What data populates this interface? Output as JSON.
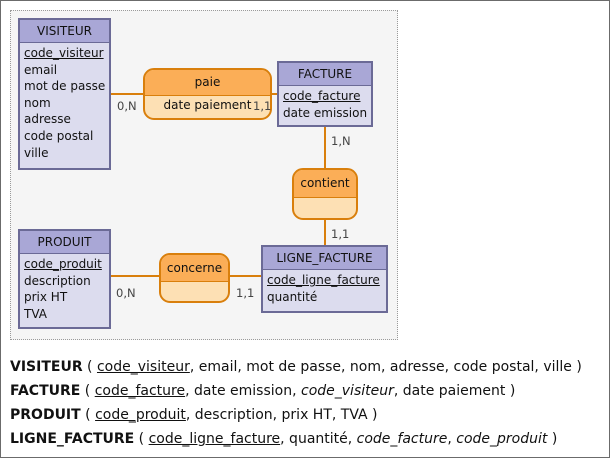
{
  "diagram": {
    "entities": {
      "visiteur": {
        "name": "VISITEUR",
        "attributes": [
          "code_visiteur",
          "email",
          "mot de passe",
          "nom",
          "adresse",
          "code postal",
          "ville"
        ]
      },
      "facture": {
        "name": "FACTURE",
        "attributes": [
          "code_facture",
          "date emission"
        ]
      },
      "produit": {
        "name": "PRODUIT",
        "attributes": [
          "code_produit",
          "description",
          "prix HT",
          "TVA"
        ]
      },
      "ligne_facture": {
        "name": "LIGNE_FACTURE",
        "attributes": [
          "code_ligne_facture",
          "quantité"
        ]
      }
    },
    "associations": {
      "paie": {
        "name": "paie",
        "attributes": [
          "date paiement"
        ]
      },
      "contient": {
        "name": "contient",
        "attributes": []
      },
      "concerne": {
        "name": "concerne",
        "attributes": []
      }
    },
    "cardinalities": {
      "visiteur_paie": "0,N",
      "facture_paie": "1,1",
      "facture_contient": "1,N",
      "ligne_contient": "1,1",
      "produit_concerne": "0,N",
      "ligne_concerne": "1,1"
    }
  },
  "schema": [
    {
      "name": "VISITEUR",
      "open": " ( ",
      "parts": [
        {
          "text": "code_visiteur",
          "style": "key"
        },
        {
          "text": ", email, mot de passe, nom, adresse, code postal, ville",
          "style": "plain"
        }
      ],
      "close": " )"
    },
    {
      "name": "FACTURE",
      "open": " ( ",
      "parts": [
        {
          "text": "code_facture",
          "style": "key"
        },
        {
          "text": ", date emission, ",
          "style": "plain"
        },
        {
          "text": "code_visiteur",
          "style": "foreign"
        },
        {
          "text": ", date paiement",
          "style": "plain"
        }
      ],
      "close": " )"
    },
    {
      "name": "PRODUIT",
      "open": " ( ",
      "parts": [
        {
          "text": "code_produit",
          "style": "key"
        },
        {
          "text": ", description, prix HT, TVA",
          "style": "plain"
        }
      ],
      "close": " )"
    },
    {
      "name": "LIGNE_FACTURE",
      "open": " ( ",
      "parts": [
        {
          "text": "code_ligne_facture",
          "style": "key"
        },
        {
          "text": ", quantité, ",
          "style": "plain"
        },
        {
          "text": "code_facture",
          "style": "foreign"
        },
        {
          "text": ", ",
          "style": "plain"
        },
        {
          "text": "code_produit",
          "style": "foreign"
        }
      ],
      "close": " )"
    }
  ],
  "colors": {
    "entity_fill": "#dcdcee",
    "entity_header": "#a9a7d6",
    "association_fill": "#fde0b4",
    "association_header": "#fbae57",
    "link": "#d97f0c"
  }
}
